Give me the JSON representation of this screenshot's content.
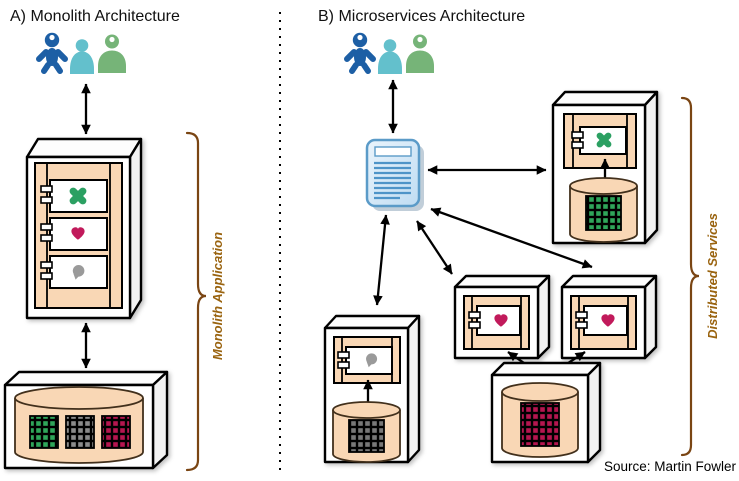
{
  "panels": {
    "monolith": {
      "title": "A) Monolith Architecture",
      "brace_label": "Monolith Application"
    },
    "microservices": {
      "title": "B) Microservices Architecture",
      "brace_label": "Distributed Services"
    }
  },
  "footer": {
    "source": "Source: Martin Fowler"
  },
  "colors": {
    "peach": "#F9D7B5",
    "brace_brown": "#7A4513",
    "label_brown": "#9A6410",
    "user_blue": "#1D5FA5",
    "user_teal": "#63C0CC",
    "user_green": "#76B478",
    "icon_green_x": "#2BA062",
    "icon_heart": "#C11A5B",
    "icon_blob": "#9A9A9A",
    "grid_green": "#2FA65A",
    "grid_gray": "#8A8A8A",
    "grid_dark_gray": "#777777",
    "grid_crimson": "#B5164F",
    "doc_border": "#5B9BC8",
    "doc_fill_light": "#EAF4FC",
    "doc_fill_dark": "#BFDCF2"
  },
  "icons": {
    "users": [
      "user-blue-icon",
      "user-teal-icon",
      "user-green-icon"
    ],
    "components": [
      "x-component-icon",
      "heart-component-icon",
      "blob-component-icon"
    ],
    "gateway": "document-icon",
    "storage": "database-cylinder-icon"
  }
}
